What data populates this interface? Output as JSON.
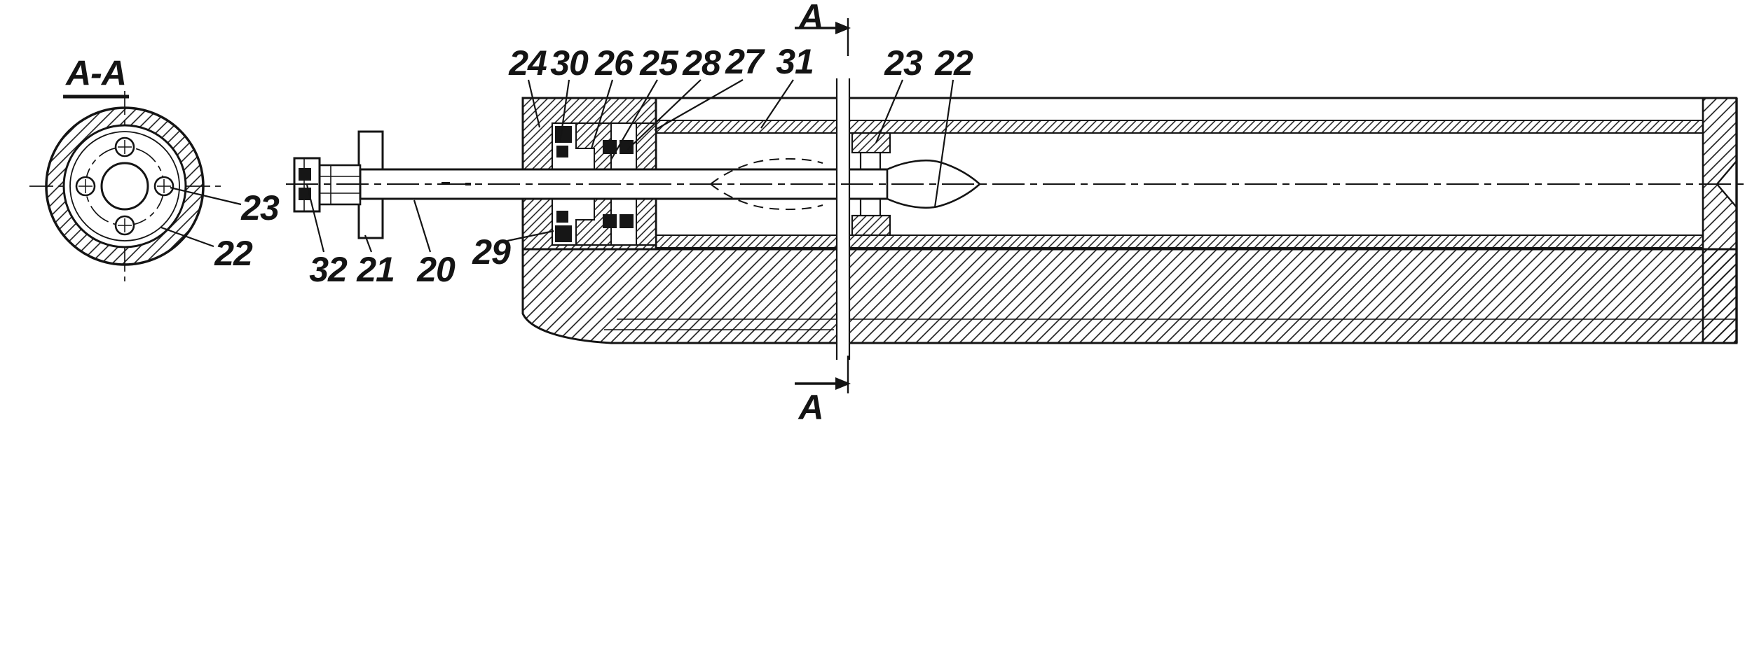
{
  "drawing": {
    "background": "#ffffff",
    "ink": "#141414"
  },
  "section_view": {
    "title": "A-A",
    "callouts": [
      {
        "text": "23"
      },
      {
        "text": "22"
      }
    ]
  },
  "main_view": {
    "top_callouts": [
      {
        "text": "24"
      },
      {
        "text": "30"
      },
      {
        "text": "26"
      },
      {
        "text": "25"
      },
      {
        "text": "28"
      },
      {
        "text": "27"
      },
      {
        "text": "31"
      },
      {
        "text": "23"
      },
      {
        "text": "22"
      }
    ],
    "bottom_callouts": [
      {
        "text": "32"
      },
      {
        "text": "21"
      },
      {
        "text": "20"
      },
      {
        "text": "29"
      }
    ],
    "cut_plane": {
      "top_label": "A",
      "bottom_label": "A"
    }
  }
}
